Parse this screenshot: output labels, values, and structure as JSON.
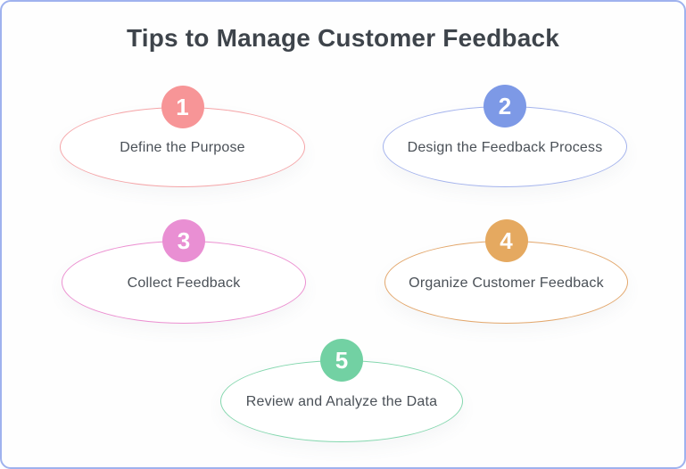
{
  "page": {
    "title": "Tips to Manage Customer Feedback",
    "title_color": "#3e444b",
    "card_border_color": "#9fb2ee",
    "card_background": "#fefefe"
  },
  "steps": [
    {
      "number": "1",
      "label": "Define the Purpose",
      "badge_color": "#f79597",
      "ellipse_border_color": "#f5a4a7"
    },
    {
      "number": "2",
      "label": "Design the Feedback Process",
      "badge_color": "#7d99e6",
      "ellipse_border_color": "#a4b3ed"
    },
    {
      "number": "3",
      "label": "Collect Feedback",
      "badge_color": "#e98fd3",
      "ellipse_border_color": "#ec90d1"
    },
    {
      "number": "4",
      "label": "Organize Customer Feedback",
      "badge_color": "#e5a960",
      "ellipse_border_color": "#e3a76c"
    },
    {
      "number": "5",
      "label": "Review and Analyze the Data",
      "badge_color": "#72d1a3",
      "ellipse_border_color": "#84d7ae"
    }
  ]
}
